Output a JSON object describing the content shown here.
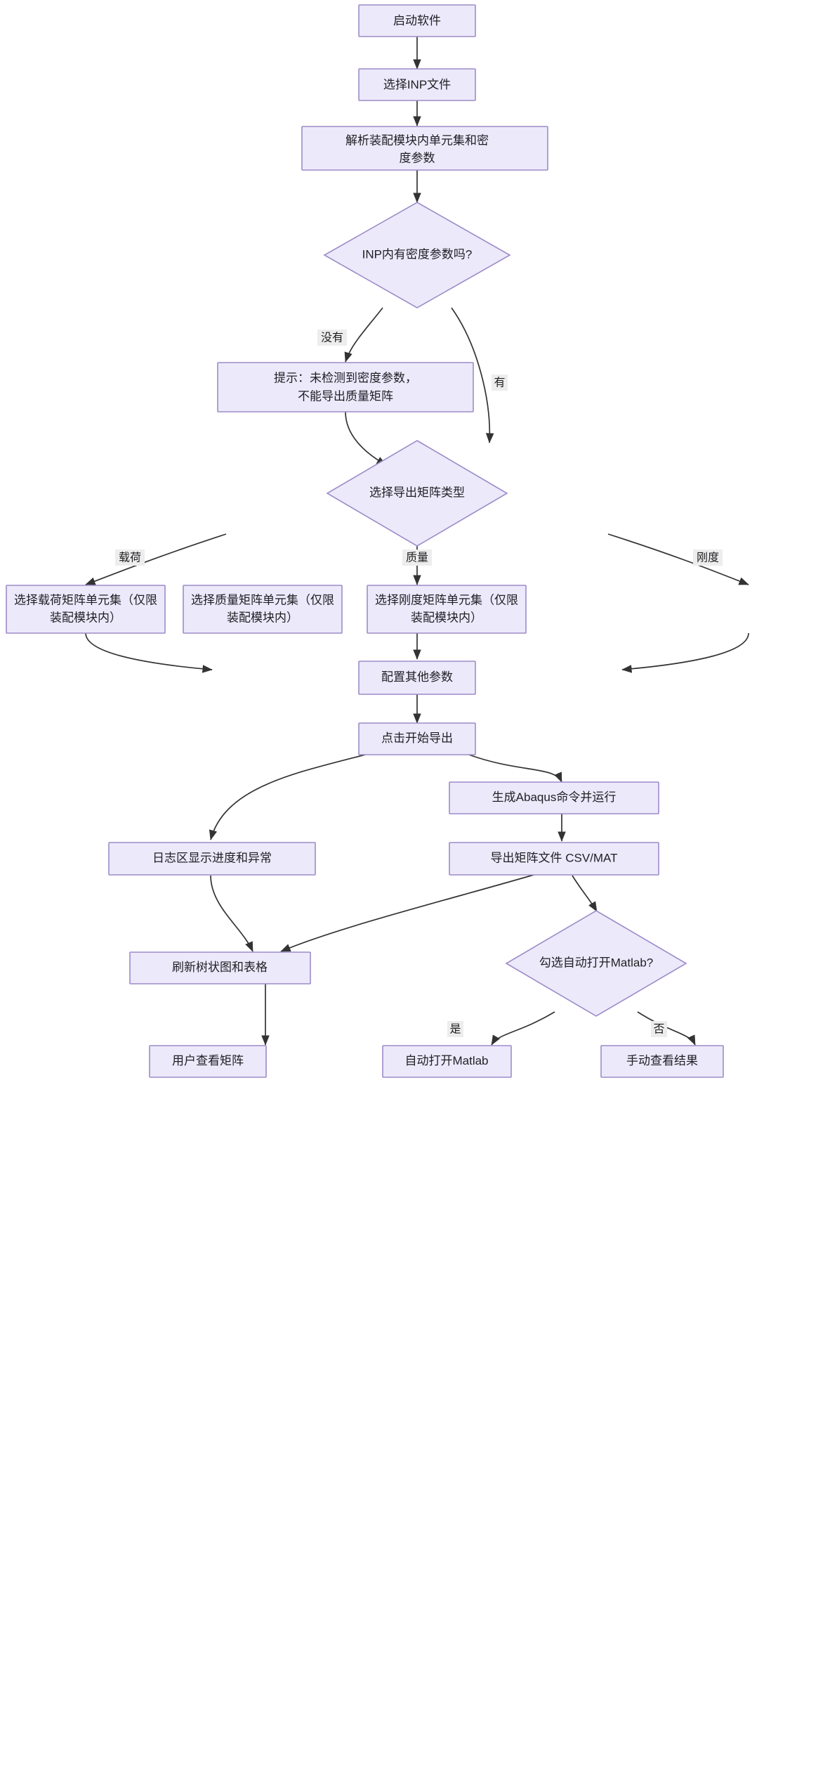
{
  "diagram": {
    "type": "flowchart",
    "direction": "top-to-bottom",
    "theme": {
      "node_fill": "#ECE9FB",
      "node_stroke": "#9D8CC8",
      "edge_stroke": "#333333",
      "label_bg": "#EDEDED",
      "text_color": "#1F1F23",
      "background": "#FFFFFF"
    },
    "nodes": [
      {
        "id": "n1",
        "shape": "rect",
        "label": "启动软件",
        "lines": [
          "启动软件"
        ]
      },
      {
        "id": "n2",
        "shape": "rect",
        "label": "选择INP文件",
        "lines": [
          "选择INP文件"
        ]
      },
      {
        "id": "n3",
        "shape": "rect",
        "label": "解析装配模块内单元集和密度参数",
        "lines": [
          "解析装配模块内单元集和密",
          "度参数"
        ]
      },
      {
        "id": "n4",
        "shape": "diamond",
        "label": "INP内有密度参数吗?",
        "lines": [
          "INP内有密度参数吗?"
        ]
      },
      {
        "id": "n5",
        "shape": "rect",
        "label": "提示：未检测到密度参数，不能导出质量矩阵",
        "lines": [
          "提示：未检测到密度参数，",
          "不能导出质量矩阵"
        ]
      },
      {
        "id": "n6",
        "shape": "diamond",
        "label": "选择导出矩阵类型",
        "lines": [
          "选择导出矩阵类型"
        ]
      },
      {
        "id": "n7",
        "shape": "rect",
        "label": "选择载荷矩阵单元集（仅限装配模块内）",
        "lines": [
          "选择载荷矩阵单元集（仅限",
          "装配模块内）"
        ]
      },
      {
        "id": "n8",
        "shape": "rect",
        "label": "选择质量矩阵单元集（仅限装配模块内）",
        "lines": [
          "选择质量矩阵单元集（仅限",
          "装配模块内）"
        ]
      },
      {
        "id": "n9",
        "shape": "rect",
        "label": "选择刚度矩阵单元集（仅限装配模块内）",
        "lines": [
          "选择刚度矩阵单元集（仅限",
          "装配模块内）"
        ]
      },
      {
        "id": "n10",
        "shape": "rect",
        "label": "配置其他参数",
        "lines": [
          "配置其他参数"
        ]
      },
      {
        "id": "n11",
        "shape": "rect",
        "label": "点击开始导出",
        "lines": [
          "点击开始导出"
        ]
      },
      {
        "id": "n12",
        "shape": "rect",
        "label": "生成Abaqus命令并运行",
        "lines": [
          "生成Abaqus命令并运行"
        ]
      },
      {
        "id": "n13",
        "shape": "rect",
        "label": "日志区显示进度和异常",
        "lines": [
          "日志区显示进度和异常"
        ]
      },
      {
        "id": "n14",
        "shape": "rect",
        "label": "导出矩阵文件 CSV/MAT",
        "lines": [
          "导出矩阵文件 CSV/MAT"
        ]
      },
      {
        "id": "n15",
        "shape": "rect",
        "label": "刷新树状图和表格",
        "lines": [
          "刷新树状图和表格"
        ]
      },
      {
        "id": "n16",
        "shape": "diamond",
        "label": "勾选自动打开Matlab?",
        "lines": [
          "勾选自动打开Matlab?"
        ]
      },
      {
        "id": "n17",
        "shape": "rect",
        "label": "用户查看矩阵",
        "lines": [
          "用户查看矩阵"
        ]
      },
      {
        "id": "n18",
        "shape": "rect",
        "label": "自动打开Matlab",
        "lines": [
          "自动打开Matlab"
        ]
      },
      {
        "id": "n19",
        "shape": "rect",
        "label": "手动查看结果",
        "lines": [
          "手动查看结果"
        ]
      }
    ],
    "edges": [
      {
        "from": "n1",
        "to": "n2",
        "label": ""
      },
      {
        "from": "n2",
        "to": "n3",
        "label": ""
      },
      {
        "from": "n3",
        "to": "n4",
        "label": ""
      },
      {
        "from": "n4",
        "to": "n5",
        "label": "没有"
      },
      {
        "from": "n4",
        "to": "n6",
        "label": "有"
      },
      {
        "from": "n5",
        "to": "n6",
        "label": ""
      },
      {
        "from": "n6",
        "to": "n7",
        "label": "载荷"
      },
      {
        "from": "n6",
        "to": "n8",
        "label": "质量"
      },
      {
        "from": "n6",
        "to": "n9",
        "label": "刚度"
      },
      {
        "from": "n7",
        "to": "n10",
        "label": ""
      },
      {
        "from": "n8",
        "to": "n10",
        "label": ""
      },
      {
        "from": "n9",
        "to": "n10",
        "label": ""
      },
      {
        "from": "n10",
        "to": "n11",
        "label": ""
      },
      {
        "from": "n11",
        "to": "n13",
        "label": ""
      },
      {
        "from": "n11",
        "to": "n12",
        "label": ""
      },
      {
        "from": "n12",
        "to": "n14",
        "label": ""
      },
      {
        "from": "n13",
        "to": "n15",
        "label": ""
      },
      {
        "from": "n14",
        "to": "n15",
        "label": ""
      },
      {
        "from": "n14",
        "to": "n16",
        "label": ""
      },
      {
        "from": "n15",
        "to": "n17",
        "label": ""
      },
      {
        "from": "n16",
        "to": "n18",
        "label": "是"
      },
      {
        "from": "n16",
        "to": "n19",
        "label": "否"
      }
    ],
    "edge_labels": [
      "没有",
      "有",
      "载荷",
      "质量",
      "刚度",
      "是",
      "否"
    ]
  }
}
